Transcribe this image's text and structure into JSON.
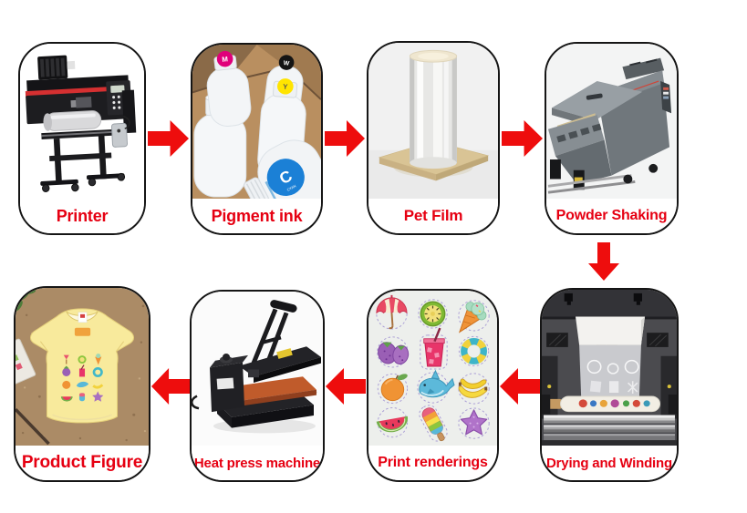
{
  "diagram_type": "process-flow",
  "steps": [
    {
      "name": "printer",
      "label": "Printer",
      "illustration": "large-format-printer-photo"
    },
    {
      "name": "pigment-ink",
      "label": "Pigment ink",
      "illustration": "ink-bottles-in-box-photo"
    },
    {
      "name": "pet-film",
      "label": "Pet Film",
      "illustration": "film-roll-on-board-photo"
    },
    {
      "name": "powder-shaking",
      "label": "Powder Shaking",
      "illustration": "powder-shaking-machine-photo"
    },
    {
      "name": "drying-winding",
      "label": "Drying and Winding",
      "illustration": "drying-winding-unit-photo"
    },
    {
      "name": "print-renderings",
      "label": "Print renderings",
      "illustration": "printed-stickers-photo"
    },
    {
      "name": "heat-press",
      "label": "Heat press machine",
      "illustration": "heat-press-photo"
    },
    {
      "name": "product-figure",
      "label": "Product Figure",
      "illustration": "yellow-tshirt-photo"
    }
  ],
  "arrows": [
    {
      "from": "Printer",
      "to": "Pigment ink",
      "direction": "right"
    },
    {
      "from": "Pigment ink",
      "to": "Pet Film",
      "direction": "right"
    },
    {
      "from": "Pet Film",
      "to": "Powder Shaking",
      "direction": "right"
    },
    {
      "from": "Powder Shaking",
      "to": "Drying and Winding",
      "direction": "down"
    },
    {
      "from": "Drying and Winding",
      "to": "Print renderings",
      "direction": "left"
    },
    {
      "from": "Print renderings",
      "to": "Heat press machine",
      "direction": "left"
    },
    {
      "from": "Heat press machine",
      "to": "Product Figure",
      "direction": "left"
    }
  ],
  "colors": {
    "arrow": "#ee0d0d",
    "label_text": "#e60012",
    "card_border": "#151515",
    "background": "#ffffff"
  }
}
